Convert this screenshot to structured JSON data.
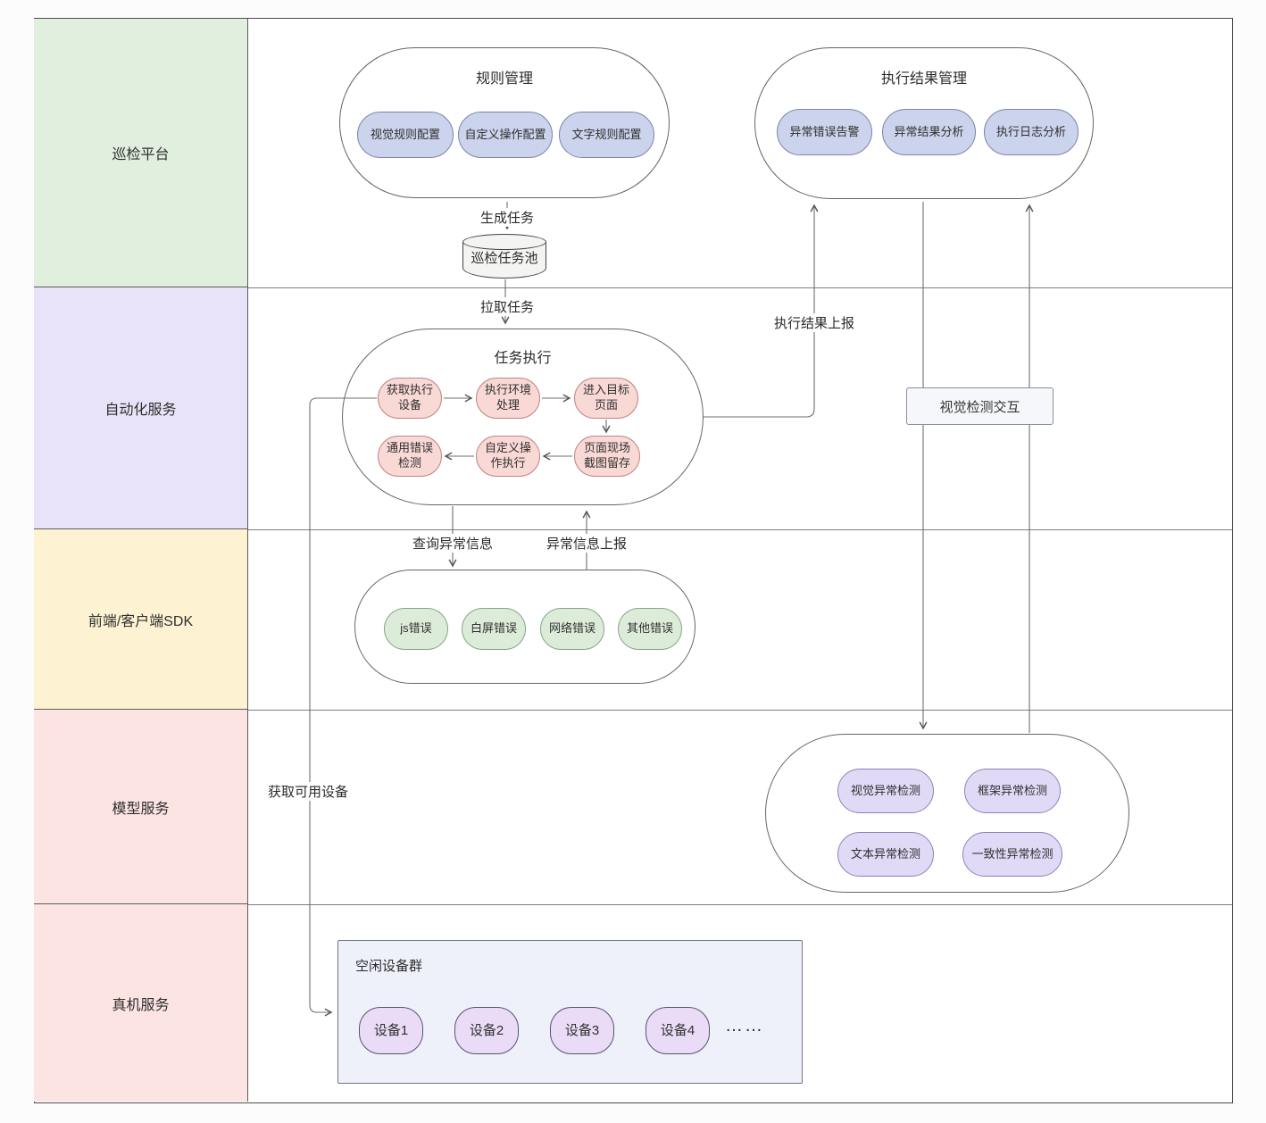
{
  "rows": [
    {
      "label": "巡检平台"
    },
    {
      "label": "自动化服务"
    },
    {
      "label": "前端/客户端SDK"
    },
    {
      "label": "模型服务"
    },
    {
      "label": "真机服务"
    }
  ],
  "rule_management": {
    "title": "规则管理",
    "items": [
      "视觉规则配置",
      "自定义操作配置",
      "文字规则配置"
    ]
  },
  "result_management": {
    "title": "执行结果管理",
    "items": [
      "异常错误告警",
      "异常结果分析",
      "执行日志分析"
    ]
  },
  "task_pool": {
    "label": "巡检任务池"
  },
  "task_execution": {
    "title": "任务执行",
    "steps": [
      "获取执行设备",
      "执行环境处理",
      "进入目标页面",
      "通用错误检测",
      "自定义操作执行",
      "页面现场截图留存"
    ]
  },
  "visual_interaction": {
    "label": "视觉检测交互"
  },
  "sdk_errors": {
    "items": [
      "js错误",
      "白屏错误",
      "网络错误",
      "其他错误"
    ]
  },
  "model_service": {
    "items": [
      "视觉异常检测",
      "框架异常检测",
      "文本异常检测",
      "一致性异常检测"
    ]
  },
  "device_group": {
    "title": "空闲设备群",
    "devices": [
      "设备1",
      "设备2",
      "设备3",
      "设备4"
    ],
    "ellipsis": "……"
  },
  "edge_labels": {
    "generate_task": "生成任务",
    "pull_task": "拉取任务",
    "report_result": "执行结果上报",
    "query_error": "查询异常信息",
    "report_error": "异常信息上报",
    "get_devices": "获取可用设备"
  },
  "colors": {
    "row_inspection_platform": "#e1efde",
    "row_automation_service": "#e8e3f8",
    "row_frontend_sdk": "#fdf3d2",
    "row_model_service": "#fce4e2",
    "row_real_device_service": "#fce4e2",
    "pill_blue": "#ccd3ec",
    "pill_pink": "#f9d9d6",
    "pill_green": "#dcecd9",
    "pill_purple": "#e1daf6",
    "pill_lilac": "#eadcf7",
    "device_box_fill": "#eef0fa",
    "connector_line": "#6f6f6f"
  }
}
